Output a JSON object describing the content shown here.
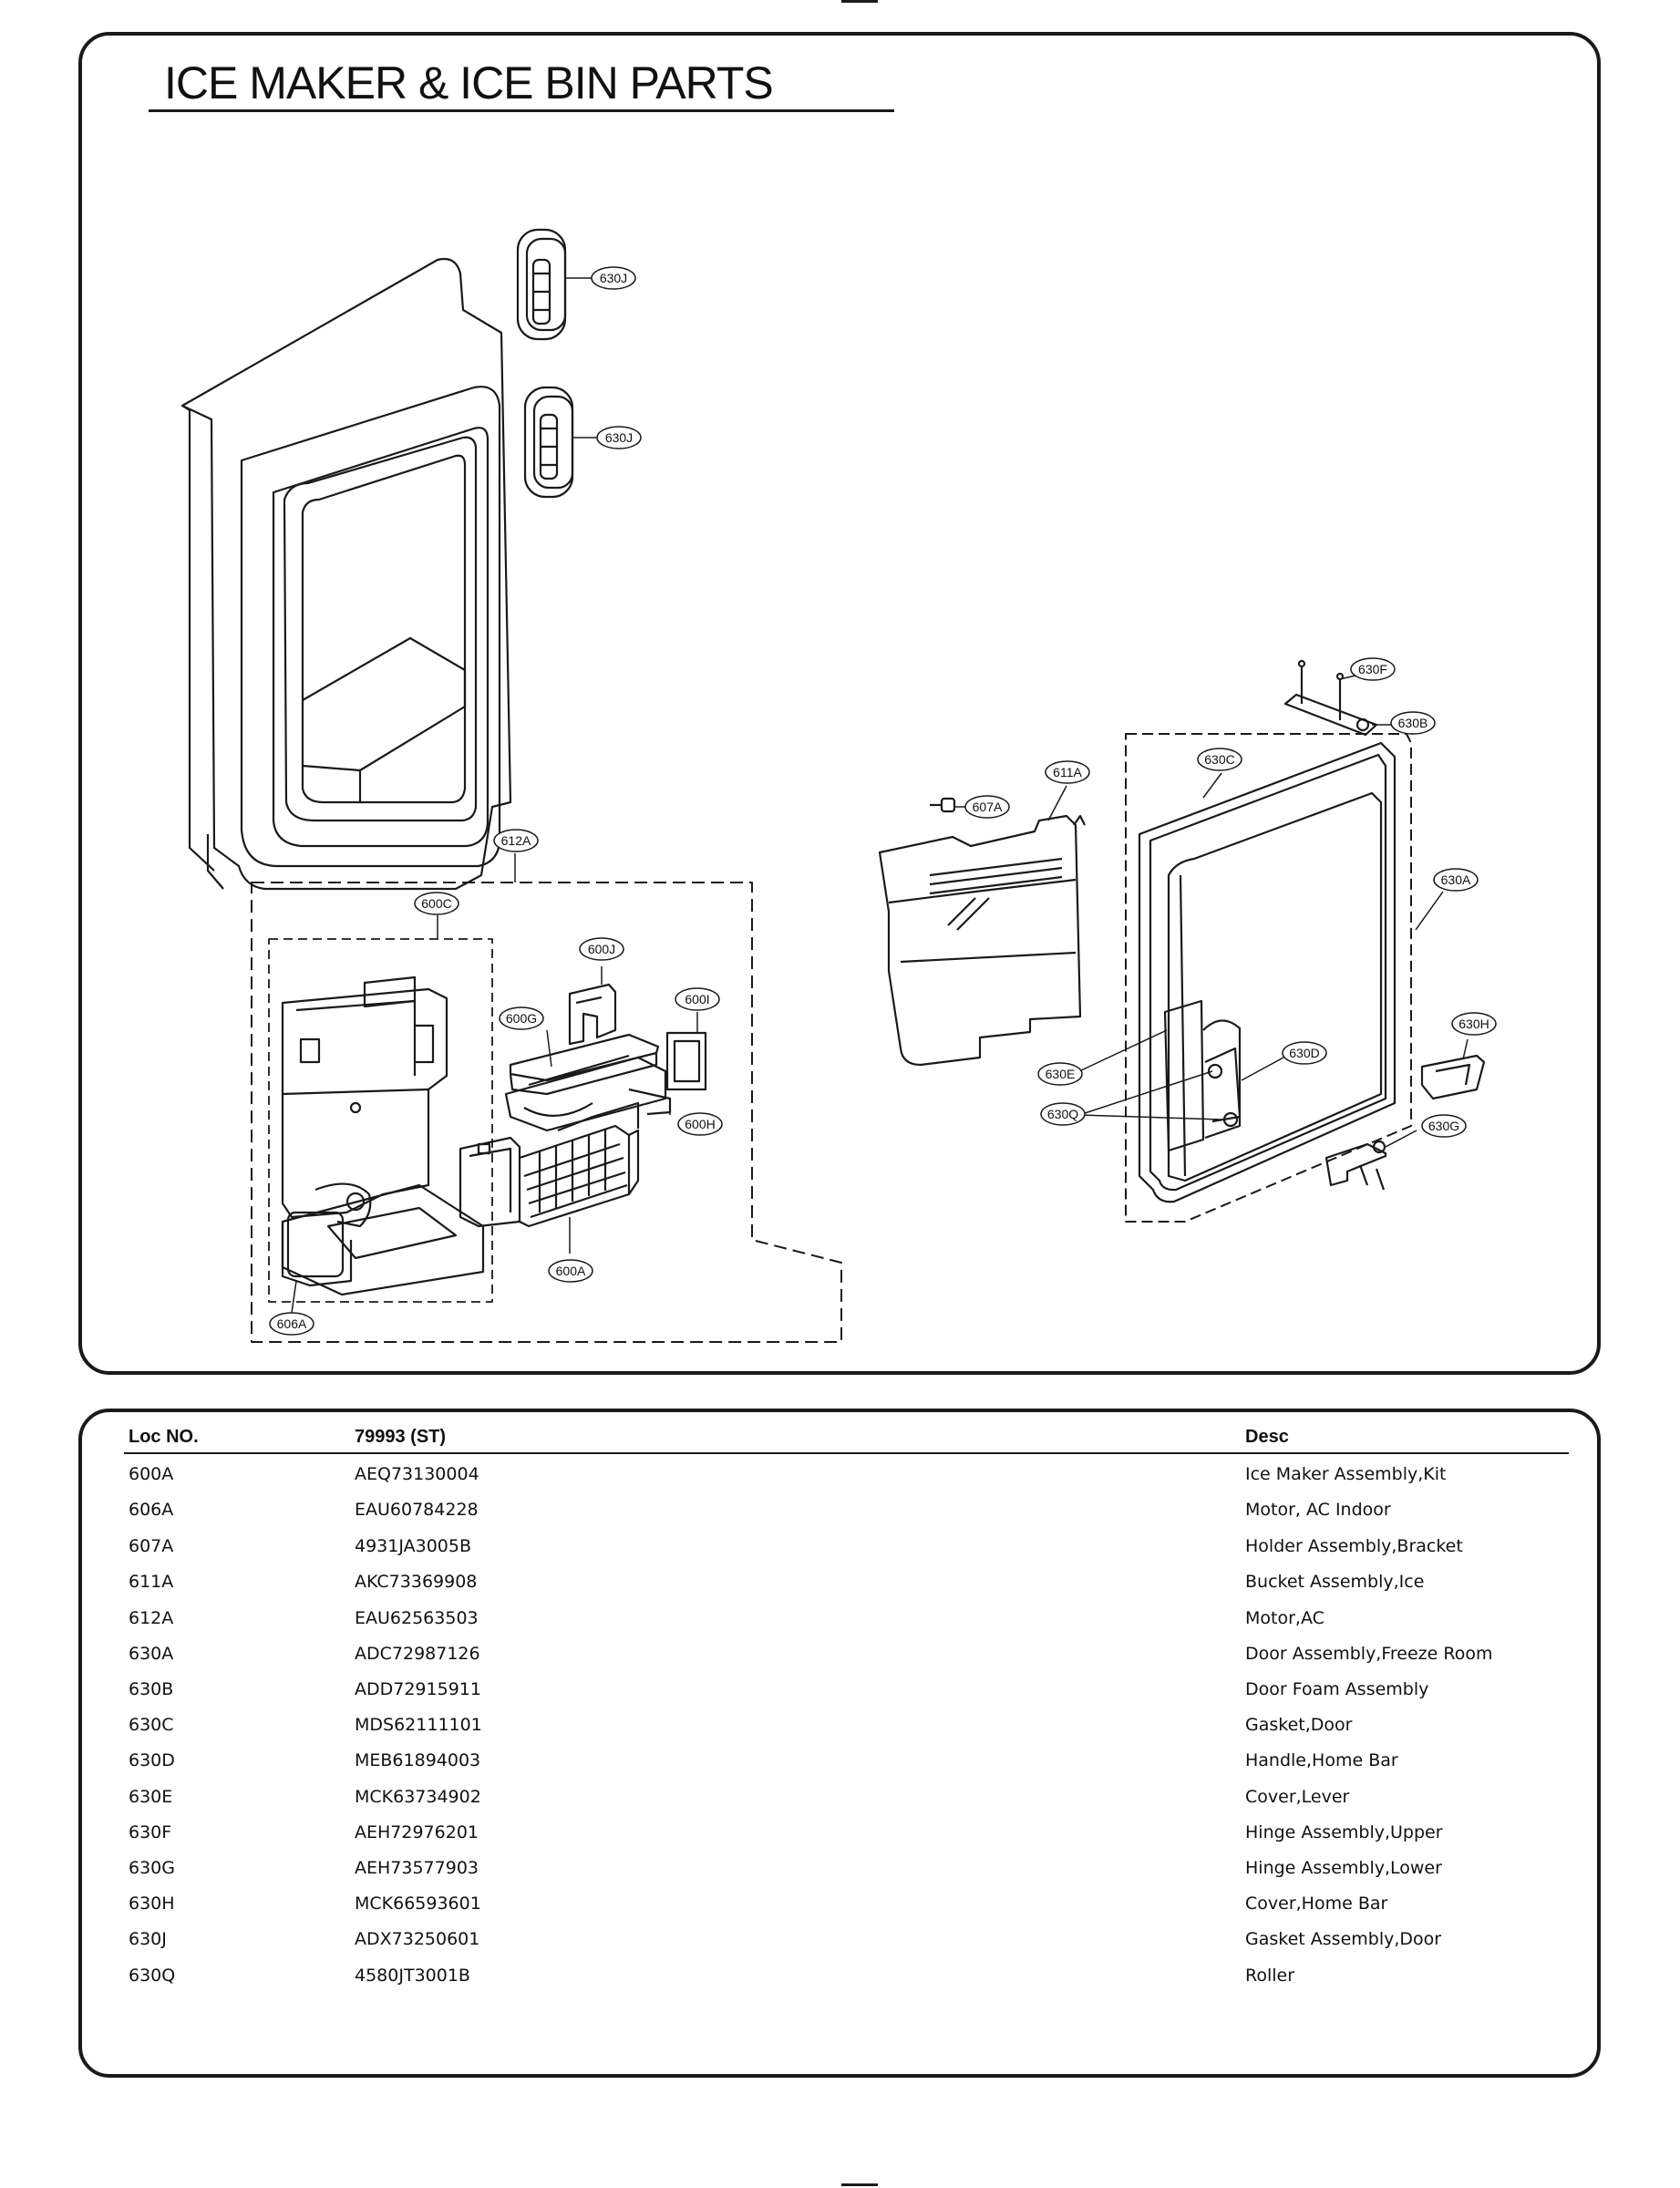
{
  "title": "ICE MAKER & ICE BIN PARTS",
  "callouts": [
    {
      "id": "630J-top",
      "label": "630J"
    },
    {
      "id": "630J-bottom",
      "label": "630J"
    },
    {
      "id": "612A",
      "label": "612A"
    },
    {
      "id": "600C",
      "label": "600C"
    },
    {
      "id": "600J",
      "label": "600J"
    },
    {
      "id": "600I",
      "label": "600I"
    },
    {
      "id": "600G",
      "label": "600G"
    },
    {
      "id": "600H",
      "label": "600H"
    },
    {
      "id": "600A",
      "label": "600A"
    },
    {
      "id": "606A",
      "label": "606A"
    },
    {
      "id": "607A",
      "label": "607A"
    },
    {
      "id": "611A",
      "label": "611A"
    },
    {
      "id": "630F",
      "label": "630F"
    },
    {
      "id": "630B",
      "label": "630B"
    },
    {
      "id": "630C",
      "label": "630C"
    },
    {
      "id": "630A",
      "label": "630A"
    },
    {
      "id": "630H",
      "label": "630H"
    },
    {
      "id": "630D",
      "label": "630D"
    },
    {
      "id": "630E",
      "label": "630E"
    },
    {
      "id": "630Q",
      "label": "630Q"
    },
    {
      "id": "630G",
      "label": "630G"
    }
  ],
  "table": {
    "headers": {
      "loc": "Loc NO.",
      "part": "79993 (ST)",
      "desc": "Desc"
    },
    "rows": [
      {
        "loc": "600A",
        "part": "AEQ73130004",
        "desc": "Ice Maker Assembly,Kit"
      },
      {
        "loc": "606A",
        "part": "EAU60784228",
        "desc": "Motor, AC Indoor"
      },
      {
        "loc": "607A",
        "part": "4931JA3005B",
        "desc": "Holder Assembly,Bracket"
      },
      {
        "loc": "611A",
        "part": "AKC73369908",
        "desc": "Bucket Assembly,Ice"
      },
      {
        "loc": "612A",
        "part": "EAU62563503",
        "desc": "Motor,AC"
      },
      {
        "loc": "630A",
        "part": "ADC72987126",
        "desc": "Door Assembly,Freeze Room"
      },
      {
        "loc": "630B",
        "part": "ADD72915911",
        "desc": "Door Foam Assembly"
      },
      {
        "loc": "630C",
        "part": "MDS62111101",
        "desc": "Gasket,Door"
      },
      {
        "loc": "630D",
        "part": "MEB61894003",
        "desc": "Handle,Home Bar"
      },
      {
        "loc": "630E",
        "part": "MCK63734902",
        "desc": "Cover,Lever"
      },
      {
        "loc": "630F",
        "part": "AEH72976201",
        "desc": "Hinge Assembly,Upper"
      },
      {
        "loc": "630G",
        "part": "AEH73577903",
        "desc": "Hinge Assembly,Lower"
      },
      {
        "loc": "630H",
        "part": "MCK66593601",
        "desc": "Cover,Home Bar"
      },
      {
        "loc": "630J",
        "part": "ADX73250601",
        "desc": "Gasket Assembly,Door"
      },
      {
        "loc": "630Q",
        "part": "4580JT3001B",
        "desc": "Roller"
      }
    ]
  }
}
